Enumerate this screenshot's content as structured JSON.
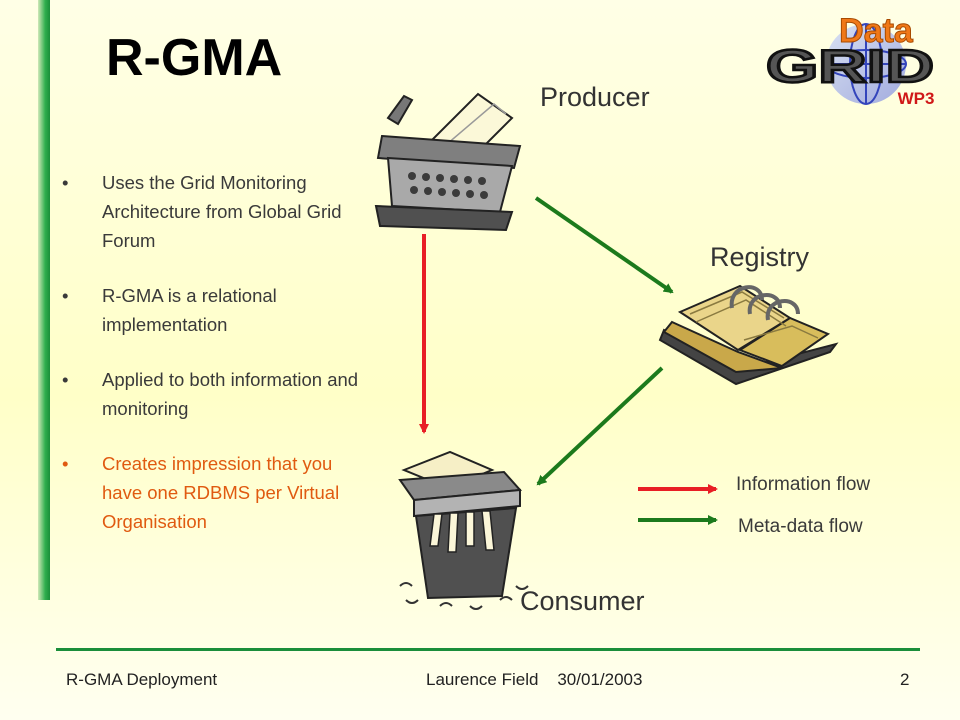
{
  "slide": {
    "title": "R-GMA",
    "bullets": [
      {
        "text": "Uses the Grid Monitoring Architecture from Global Grid Forum",
        "highlight": false
      },
      {
        "text": "R-GMA is a relational implementation",
        "highlight": false
      },
      {
        "text": "Applied to both information and monitoring",
        "highlight": false
      },
      {
        "text": "Creates impression that you have one RDBMS per Virtual Organisation",
        "highlight": true
      }
    ],
    "bullet_glyph": "•",
    "bullet_highlight_color": "#e05a10"
  },
  "logo": {
    "word1": "Data",
    "word2": "GRID",
    "badge": "WP3"
  },
  "diagram": {
    "producer_label": "Producer",
    "registry_label": "Registry",
    "consumer_label": "Consumer",
    "producer_icon": "typewriter-icon",
    "registry_icon": "binder-book-icon",
    "consumer_icon": "paper-shredder-icon",
    "information_flow_color": "#e81e25",
    "metadata_flow_color": "#1c7a1c"
  },
  "legend": {
    "information_flow": "Information flow",
    "metadata_flow": "Meta-data flow"
  },
  "footer": {
    "left": "R-GMA Deployment",
    "center": "Laurence Field    30/01/2003",
    "page_number": "2"
  }
}
